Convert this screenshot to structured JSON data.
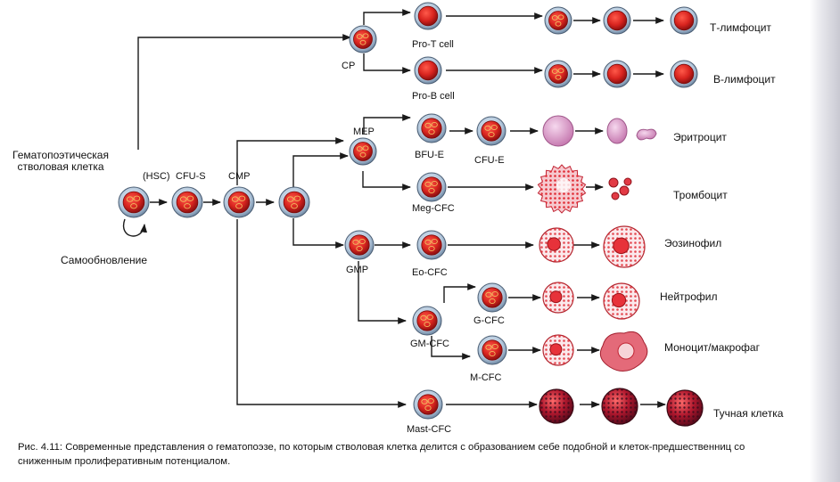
{
  "labels": {
    "hsc_title": "Гематопоэтическая\nстволовая клетка",
    "self_renewal": "Самообновление",
    "hsc": "(HSC)",
    "cfu_s": "CFU-S",
    "cmp": "CMP",
    "cp": "CP",
    "pro_t": "Pro-T cell",
    "pro_b": "Pro-B cell",
    "mep": "MEP",
    "bfu_e": "BFU-E",
    "cfu_e": "CFU-E",
    "meg_cfc": "Meg-CFC",
    "gmp": "GMP",
    "eo_cfc": "Eo-CFC",
    "gm_cfc": "GM-CFC",
    "g_cfc": "G-CFC",
    "m_cfc": "M-CFC",
    "mast_cfc": "Mast-CFC"
  },
  "outcomes": {
    "t_lymph": "Т-лимфоцит",
    "b_lymph": "В-лимфоцит",
    "erythro": "Эритроцит",
    "thrombo": "Тромбоцит",
    "eosino": "Эозинофил",
    "neutro": "Нейтрофил",
    "mono": "Моноцит/макрофаг",
    "mast": "Тучная клетка"
  },
  "caption": "Рис. 4.11: Современные представления о гематопоэзе, по которым стволовая клетка делится с образованием себе подобной и клеток-предшественниц со сниженным пролиферативным потенциалом.",
  "colors": {
    "line": "#1a1a1a",
    "cell_outer": "#a9bfd6",
    "cell_inner": "#d8241f",
    "pink_cell": "#d99ac7",
    "granule": "#e0343a"
  }
}
